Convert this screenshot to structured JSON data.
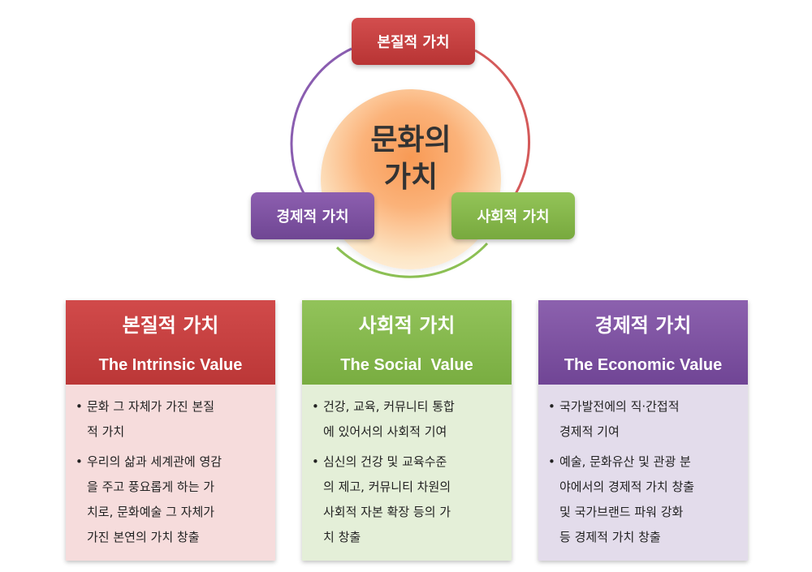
{
  "diagram": {
    "center": "문화의\n가치",
    "nodes": [
      {
        "label": "본질적 가치",
        "color": "#c94343"
      },
      {
        "label": "경제적 가치",
        "color": "#7e53a2"
      },
      {
        "label": "사회적 가치",
        "color": "#86b84b"
      }
    ]
  },
  "cards": [
    {
      "title_ko": "본질적 가치",
      "title_en": "The Intrinsic Value",
      "color": "#c94343",
      "bullets": [
        "문화 그 자체가 가진 본질\n적 가치",
        "우리의 삶과 세계관에 영감\n을 주고 풍요롭게 하는 가\n치로, 문화예술 그 자체가\n가진 본연의 가치 창출"
      ]
    },
    {
      "title_ko": "사회적 가치",
      "title_en": "The Social  Value",
      "color": "#86b84b",
      "bullets": [
        "건강, 교육, 커뮤니티 통합\n에 있어서의 사회적 기여",
        "심신의 건강 및 교육수준\n의 제고, 커뮤니티 차원의\n사회적 자본 확장 등의 가\n치 창출"
      ]
    },
    {
      "title_ko": "경제적 가치",
      "title_en": "The Economic Value",
      "color": "#7e53a2",
      "bullets": [
        "국가발전에의 직·간접적\n경제적 기여",
        "예술, 문화유산 및 관광 분\n야에서의 경제적 가치 창출\n및 국가브랜드 파워 강화\n등 경제적 가치 창출"
      ]
    }
  ]
}
